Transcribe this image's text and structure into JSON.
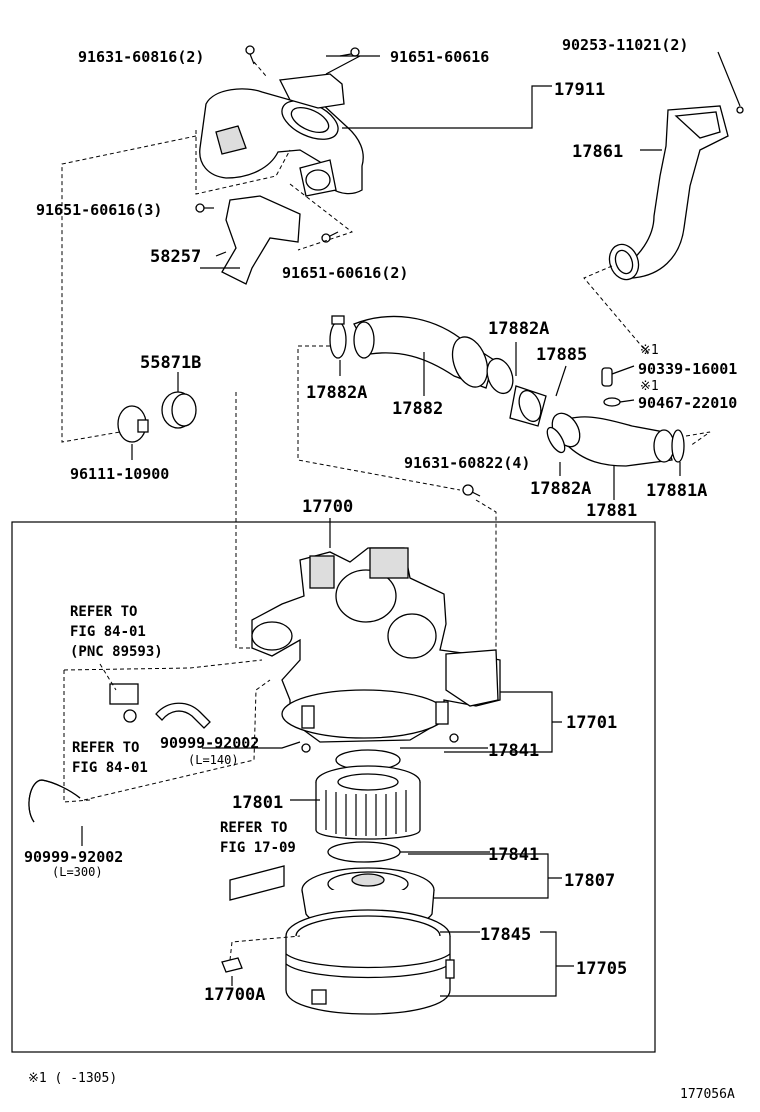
{
  "labels": {
    "p91631_60816": "91631-60816(2)",
    "p91651_60616_top": "91651-60616",
    "p17911": "17911",
    "p90253_11021": "90253-11021(2)",
    "p17861": "17861",
    "p91651_60616_3": "91651-60616(3)",
    "p58257": "58257",
    "p91651_60616_2": "91651-60616(2)",
    "p55871B": "55871B",
    "p96111_10900": "96111-10900",
    "p17882A_left": "17882A",
    "p17882": "17882",
    "p17882A_top": "17882A",
    "p17885": "17885",
    "p90339_16001": "90339-16001",
    "p90467_22010": "90467-22010",
    "p91631_60822": "91631-60822(4)",
    "p17882A_low": "17882A",
    "p17881A": "17881A",
    "p17881": "17881",
    "p17700": "17700",
    "p17701": "17701",
    "p17841_a": "17841",
    "p17801": "17801",
    "p17841_b": "17841",
    "p17807": "17807",
    "p17845": "17845",
    "p17705": "17705",
    "p17700A": "17700A",
    "p90999_92002_a": "90999-92002",
    "p90999_92002_b": "90999-92002",
    "len140": "(L=140)",
    "len300": "(L=300)",
    "note_mark_1": "※1",
    "note_mark_2": "※1",
    "footnote": "※1 (     -1305)",
    "diagram_id": "177056A"
  },
  "refs": {
    "ref1_line1": "REFER TO",
    "ref1_line2": "FIG 84-01",
    "ref1_line3": "(PNC 89593)",
    "ref2_line1": "REFER TO",
    "ref2_line2": "FIG 84-01",
    "ref3_line1": "REFER TO",
    "ref3_line2": "FIG 17-09"
  }
}
